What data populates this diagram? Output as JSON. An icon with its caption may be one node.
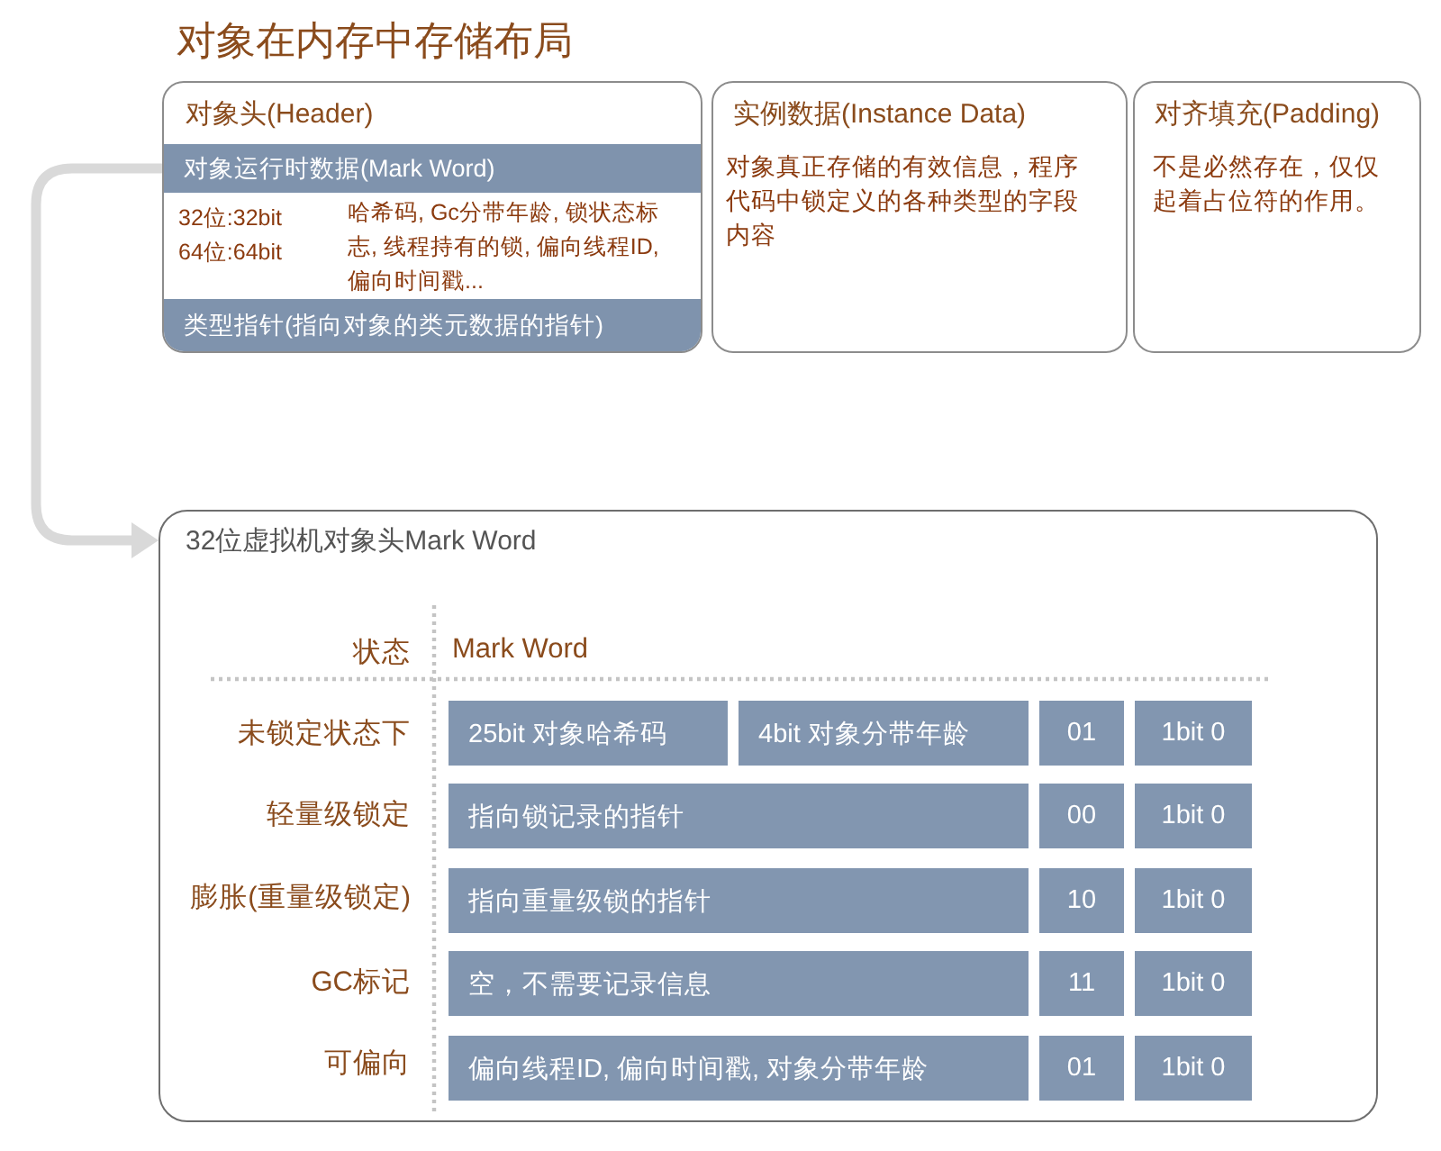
{
  "diagram": {
    "title": "对象在内存中存储布局",
    "nodes": [
      {
        "text": [
          "对象头(Header)",
          "32位:32bit 64位:64bit",
          "哈希码, Gc分带年龄, 锁状态标志, 线程持有的锁, 偏向线程ID, 偏向时间戳..."
        ]
      },
      {
        "text": [
          "对象运行时数据(Mark Word)"
        ],
        "in": 0
      },
      {
        "text": [
          "类型指针(指向对象的类元数据的指针)"
        ],
        "in": 0
      },
      {
        "text": [
          "实例数据(Instance Data)",
          "对象真正存储的有效信息，程序代码中锁定义的各种类型的字段内容"
        ]
      },
      {
        "text": [
          "对齐填充(Padding)",
          "不是必然存在，仅仅起着占位符的作用。"
        ]
      },
      {
        "text": [
          "32位虚拟机对象头Mark Word",
          "状态",
          "Mark Word",
          "未锁定状态下",
          "轻量级锁定",
          "膨胀(重量级锁定)",
          "GC标记",
          "可偏向"
        ]
      },
      {
        "text": [
          "25bit 对象哈希码"
        ],
        "in": 5
      },
      {
        "text": [
          "4bit 对象分带年龄"
        ],
        "in": 5
      },
      {
        "text": [
          "01"
        ],
        "in": 5
      },
      {
        "text": [
          "1bit 0"
        ],
        "in": 5
      },
      {
        "text": [
          "指向锁记录的指针"
        ],
        "in": 5
      },
      {
        "text": [
          "00"
        ],
        "in": 5
      },
      {
        "text": [
          "1bit 0"
        ],
        "in": 5
      },
      {
        "text": [
          "指向重量级锁的指针"
        ],
        "in": 5
      },
      {
        "text": [
          "10"
        ],
        "in": 5
      },
      {
        "text": [
          "1bit 0"
        ],
        "in": 5
      },
      {
        "text": [
          "空，不需要记录信息"
        ],
        "in": 5
      },
      {
        "text": [
          "11"
        ],
        "in": 5
      },
      {
        "text": [
          "1bit 0"
        ],
        "in": 5
      },
      {
        "text": [
          "偏向线程ID, 偏向时间戳, 对象分带年龄"
        ],
        "in": 5
      },
      {
        "text": [
          "01"
        ],
        "in": 5
      },
      {
        "text": [
          "1bit 0"
        ],
        "in": 5
      }
    ],
    "edges": [
      {
        "from": 1,
        "to": 5,
        "arrow": "to",
        "color": "#d9d9d9"
      }
    ]
  }
}
